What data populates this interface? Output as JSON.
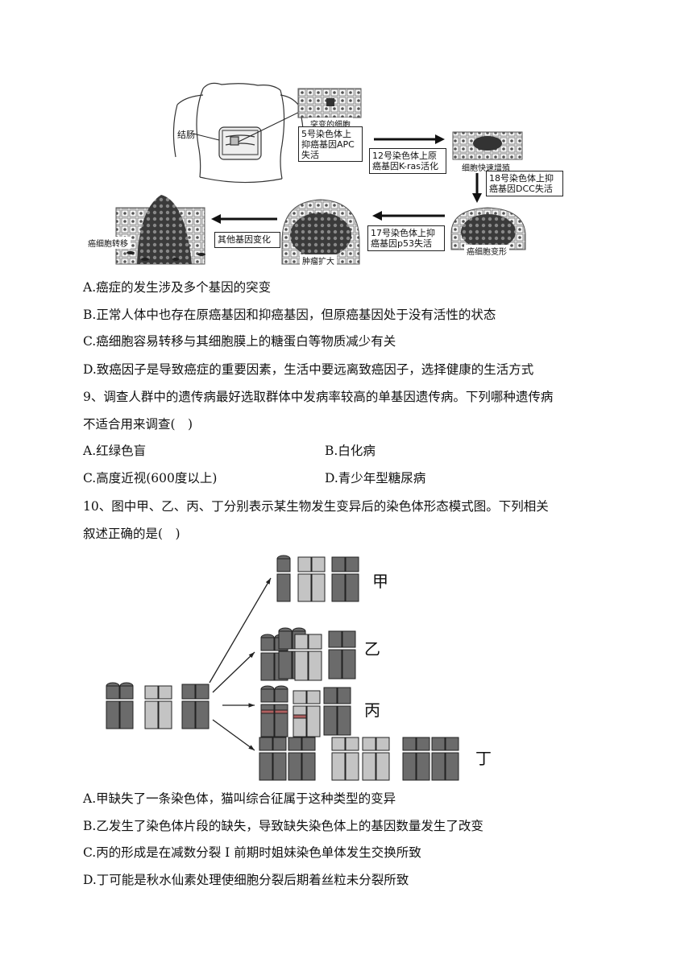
{
  "diagram1": {
    "colon_label": "结肠",
    "mutated_cell_label": "突变的细胞",
    "step1": "5号染色体上抑癌基因APC失活",
    "step2": "12号染色体上原癌基因K-ras活化",
    "stage2_label": "细胞快速增殖",
    "step3": "18号染色体上抑癌基因DCC失活",
    "stage3_label": "癌细胞变形",
    "step4": "17号染色体上抑癌基因p53失活",
    "stage4_label": "肿瘤扩大",
    "step5": "其他基因变化",
    "stage5_label": "癌细胞转移"
  },
  "q8_options": {
    "A": "A.癌症的发生涉及多个基因的突变",
    "B": "B.正常人体中也存在原癌基因和抑癌基因，但原癌基因处于没有活性的状态",
    "C": "C.癌细胞容易转移与其细胞膜上的糖蛋白等物质减少有关",
    "D": "D.致癌因子是导致癌症的重要因素，生活中要远离致癌因子，选择健康的生活方式"
  },
  "q9": {
    "stem_line1": "9、调查人群中的遗传病最好选取群体中发病率较高的单基因遗传病。下列哪种遗传病",
    "stem_line2": "不适合用来调查(　)",
    "A": "A.红绿色盲",
    "B": "B.白化病",
    "C": "C.高度近视(600度以上)",
    "D": "D.青少年型糖尿病"
  },
  "q10": {
    "stem_line1": "10、图中甲、乙、丙、丁分别表示某生物发生变异后的染色体形态模式图。下列相关",
    "stem_line2": "叙述正确的是(　)",
    "label_jia": "甲",
    "label_yi": "乙",
    "label_bing": "丙",
    "label_ding": "丁",
    "A": "A.甲缺失了一条染色体，猫叫综合征属于这种类型的变异",
    "B": "B.乙发生了染色体片段的缺失，导致缺失染色体上的基因数量发生了改变",
    "C": "C.丙的形成是在减数分裂 I 前期时姐妹染色单体发生交换所致",
    "D": "D.丁可能是秋水仙素处理使细胞分裂后期着丝粒未分裂所致"
  },
  "colors": {
    "dark_chrom": "#6b6b6b",
    "light_chrom": "#c4c4c4",
    "band": "#b06060"
  }
}
